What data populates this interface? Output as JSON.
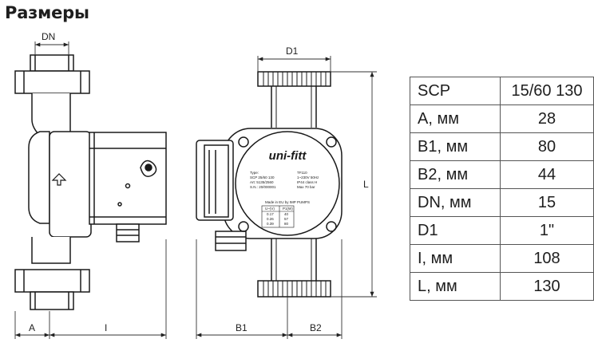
{
  "heading": "Размеры",
  "labels": {
    "dn_top": "DN",
    "d1_top": "D1",
    "l_side": "L",
    "a_bottom": "A",
    "i_bottom": "I",
    "b1_bottom": "B1",
    "b2_bottom": "B2"
  },
  "pump": {
    "brand": "uni-fitt",
    "plate_left": [
      "Type:",
      "SCP 25/60 130",
      "Art: 5135/2560",
      "S.N.: 20/000001"
    ],
    "plate_right": [
      "TF110",
      "1~230V 50Hz",
      "IP44 class H",
      "Max 70 bar"
    ],
    "made_in": "Made in EU by IMP PUMPS",
    "table_head": [
      "U~(V)",
      "P1(W)"
    ],
    "table_rows": [
      [
        "0.17",
        "40"
      ],
      [
        "0.26",
        "57"
      ],
      [
        "0.39",
        "80"
      ]
    ]
  },
  "spec_table": {
    "rows": [
      {
        "key": "SCP",
        "value": "15/60 130"
      },
      {
        "key": "A, мм",
        "value": "28"
      },
      {
        "key": "B1, мм",
        "value": "80"
      },
      {
        "key": "B2, мм",
        "value": "44"
      },
      {
        "key": "DN, мм",
        "value": "15"
      },
      {
        "key": "D1",
        "value": "1\""
      },
      {
        "key": "I, мм",
        "value": "108"
      },
      {
        "key": "L, мм",
        "value": "130"
      }
    ]
  }
}
